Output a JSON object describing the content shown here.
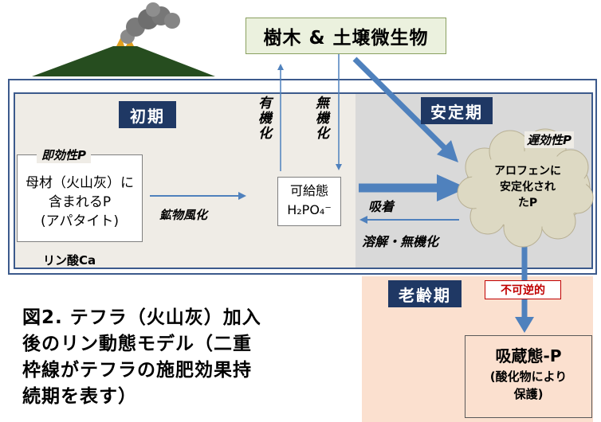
{
  "nodes": {
    "trees_microbes": "樹木 & 土壌微生物",
    "phase_initial": "初期",
    "phase_stable": "安定期",
    "phase_old": "老齢期",
    "immediate_effect_label": "即効性P",
    "parent_material": [
      "母材（火山灰）に",
      "含まれるP",
      "(アパタイト)"
    ],
    "calcium_phosphate": "リン酸Ca",
    "available_state": "可給態",
    "available_formula": "H₂PO₄⁻",
    "delayed_effect_label": "遅効性P",
    "allophane": [
      "アロフェンに",
      "安定化され",
      "たP"
    ],
    "occluded": "吸蔵態-P",
    "occluded_note": [
      "(酸化物により",
      "保護)"
    ],
    "irreversible": "不可逆的"
  },
  "edges": {
    "mineral_weathering": "鉱物風化",
    "organic": "有機化",
    "mineralization": "無機化",
    "adsorption": "吸着",
    "dissolution": "溶解・無機化"
  },
  "caption": [
    "図2. テフラ（火山灰）加入",
    "後のリン動態モデル（二重",
    "枠線がテフラの施肥効果持",
    "続期を表す）"
  ],
  "colors": {
    "arrow": "#4f81bd",
    "phase_label_bg": "#1f3864",
    "frame": "#3c5a8c",
    "cloud": "#ddd9c3",
    "old_bg": "#fbe0cf",
    "stable_bg": "#d9d9d9",
    "title_bg": "#ebf1de",
    "irreversible_red": "#c00000",
    "volcano": "#264d1f"
  }
}
